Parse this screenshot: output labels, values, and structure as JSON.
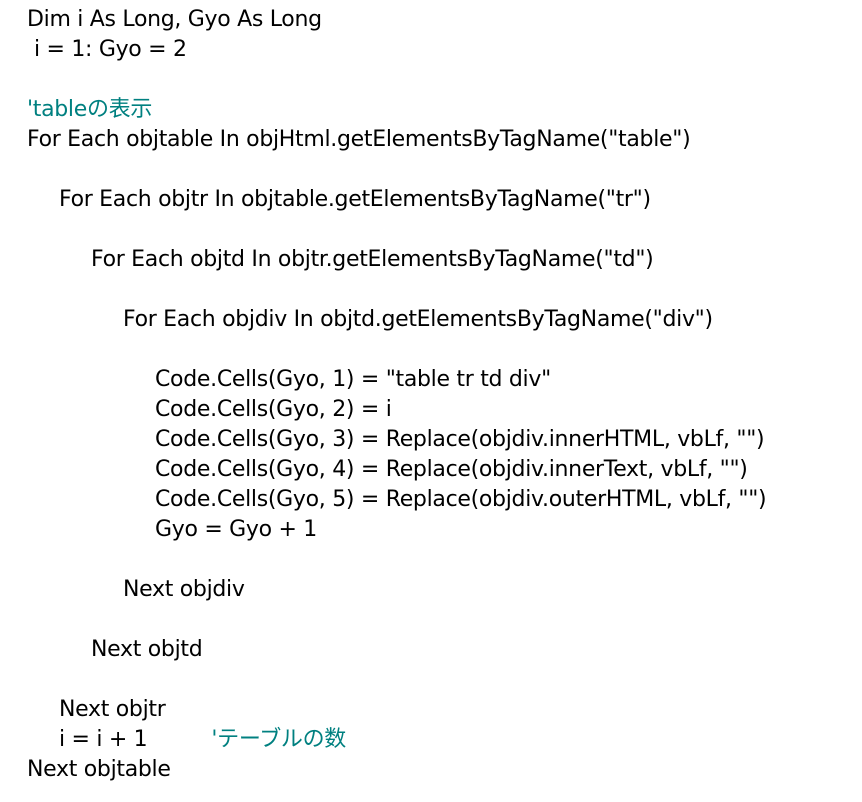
{
  "colors": {
    "code": "#000000",
    "comment": "#008080",
    "background": "#ffffff"
  },
  "lines": [
    "Dim i As Long, Gyo As Long",
    "i = 1: Gyo = 2",
    "",
    "'tableの表示",
    "For Each objtable In objHtml.getElementsByTagName(\"table\")",
    "",
    "For Each objtr In objtable.getElementsByTagName(\"tr\")",
    "",
    "For Each objtd In objtr.getElementsByTagName(\"td\")",
    "",
    "For Each objdiv In objtd.getElementsByTagName(\"div\")",
    "",
    "Code.Cells(Gyo, 1) = \"table tr td div\"",
    "Code.Cells(Gyo, 2) = i",
    "Code.Cells(Gyo, 3) = Replace(objdiv.innerHTML, vbLf, \"\")",
    "Code.Cells(Gyo, 4) = Replace(objdiv.innerText, vbLf, \"\")",
    "Code.Cells(Gyo, 5) = Replace(objdiv.outerHTML, vbLf, \"\")",
    "Gyo = Gyo + 1",
    "",
    "Next objdiv",
    "",
    "Next objtd",
    "",
    "Next objtr",
    "i = i + 1",
    "Next objtable"
  ],
  "inline_comment": "'テーブルの数"
}
